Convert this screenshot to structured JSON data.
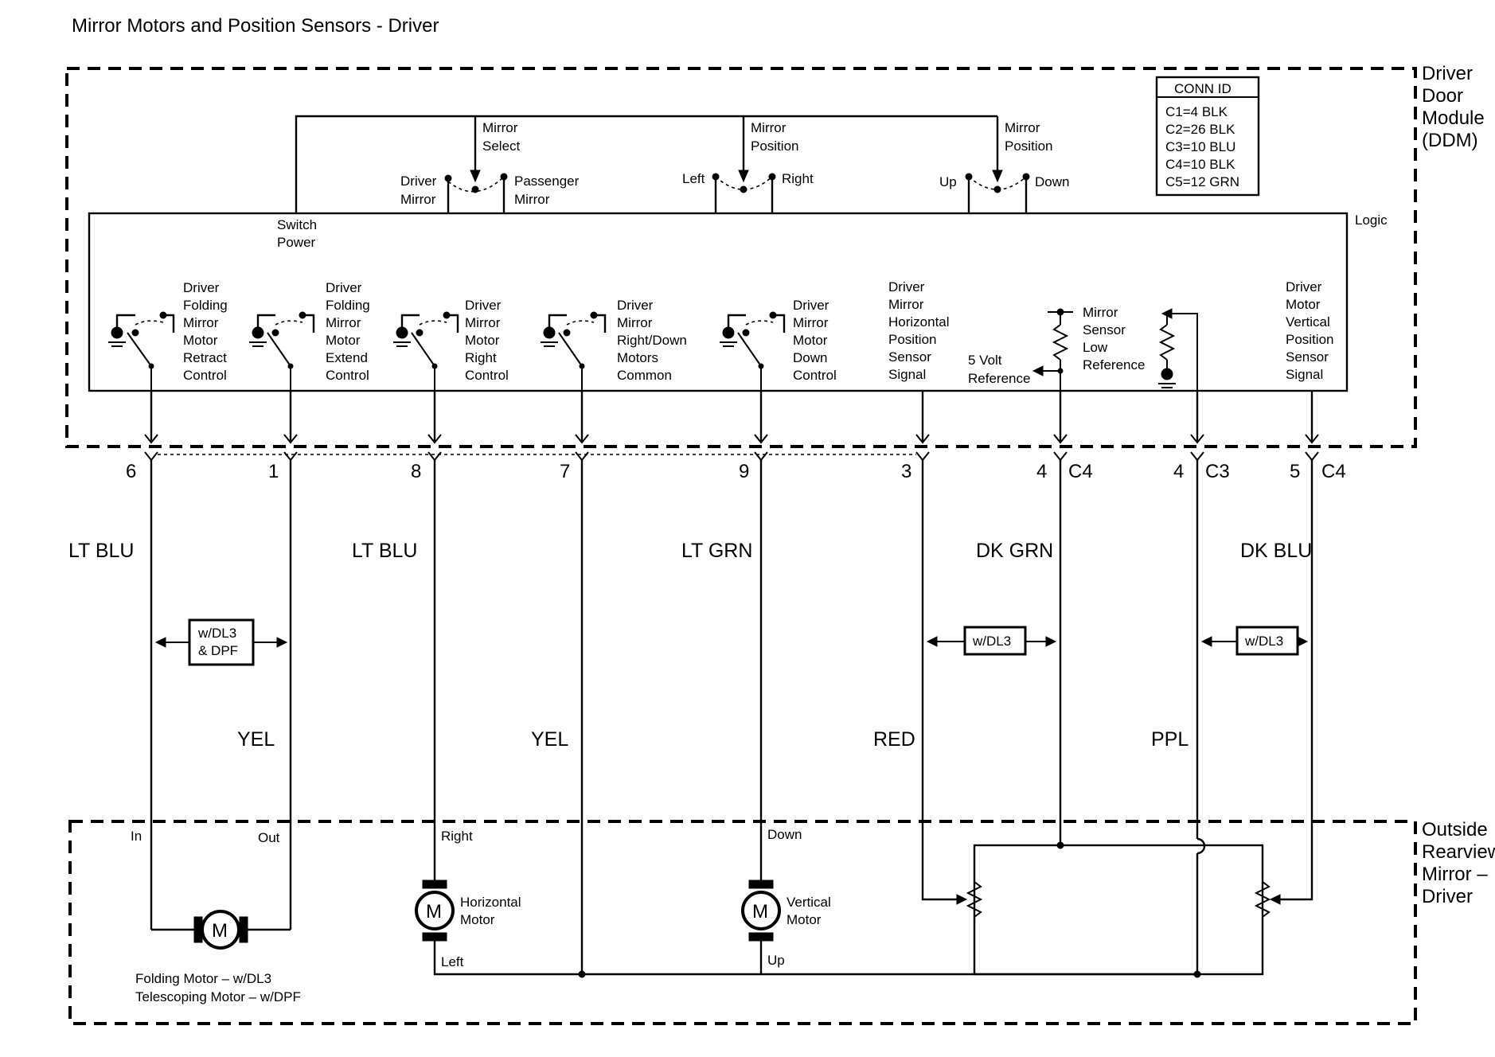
{
  "title": "Mirror Motors and Position Sensors - Driver",
  "modules": {
    "ddm": [
      "Driver",
      "Door",
      "Module",
      "(DDM)"
    ],
    "mirror": [
      "Outside",
      "Rearview",
      "Mirror –",
      "Driver"
    ]
  },
  "conn_id": {
    "header": "CONN ID",
    "rows": [
      "C1=4 BLK",
      "C2=26 BLK",
      "C3=10 BLU",
      "C4=10 BLK",
      "C5=12 GRN"
    ]
  },
  "logic_label": "Logic",
  "switch_power": [
    "Switch",
    "Power"
  ],
  "switches": {
    "mirror_select": {
      "label": [
        "Mirror",
        "Select"
      ],
      "left": [
        "Driver",
        "Mirror"
      ],
      "right": [
        "Passenger",
        "Mirror"
      ]
    },
    "mirror_position_lr": {
      "label": [
        "Mirror",
        "Position"
      ],
      "left": "Left",
      "right": "Right"
    },
    "mirror_position_ud": {
      "label": [
        "Mirror",
        "Position"
      ],
      "left": "Up",
      "right": "Down"
    }
  },
  "circuits": [
    {
      "label": [
        "Driver",
        "Folding",
        "Mirror",
        "Motor",
        "Retract",
        "Control"
      ],
      "pin": "6",
      "wire_top": "LT BLU",
      "wire_bottom": ""
    },
    {
      "label": [
        "Driver",
        "Folding",
        "Mirror",
        "Motor",
        "Extend",
        "Control"
      ],
      "pin": "1",
      "wire_top": "",
      "wire_bottom": "YEL"
    },
    {
      "label": [
        "Driver",
        "Mirror",
        "Motor",
        "Right",
        "Control"
      ],
      "pin": "8",
      "wire_top": "LT BLU",
      "wire_bottom": ""
    },
    {
      "label": [
        "Driver",
        "Mirror",
        "Right/Down",
        "Motors",
        "Common"
      ],
      "pin": "7",
      "wire_top": "",
      "wire_bottom": "YEL"
    },
    {
      "label": [
        "Driver",
        "Mirror",
        "Motor",
        "Down",
        "Control"
      ],
      "pin": "9",
      "wire_top": "LT GRN",
      "wire_bottom": ""
    },
    {
      "label": [
        "Driver",
        "Mirror",
        "Horizontal",
        "Position",
        "Sensor",
        "Signal"
      ],
      "pin": "3",
      "wire_top": "",
      "wire_bottom": "RED"
    },
    {
      "label": [
        "5 Volt",
        "Reference"
      ],
      "pin": "4",
      "conn": "C4",
      "wire_top": "DK GRN",
      "wire_bottom": ""
    },
    {
      "label": [
        "Mirror",
        "Sensor",
        "Low",
        "Reference"
      ],
      "pin": "4",
      "conn": "C3",
      "wire_top": "",
      "wire_bottom": "PPL"
    },
    {
      "label": [
        "Driver",
        "Motor",
        "Vertical",
        "Position",
        "Sensor",
        "Signal"
      ],
      "pin": "5",
      "conn": "C4",
      "wire_top": "DK BLU",
      "wire_bottom": ""
    }
  ],
  "options": {
    "folding": [
      "w/DL3",
      "& DPF"
    ],
    "dkgrn": "w/DL3",
    "dkblu": "w/DL3"
  },
  "mirror_parts": {
    "folding_in": "In",
    "folding_out": "Out",
    "folding_caption": [
      "Folding Motor – w/DL3",
      "Telescoping Motor – w/DPF"
    ],
    "horizontal_right": "Right",
    "horizontal_left": "Left",
    "horizontal_label": [
      "Horizontal",
      "Motor"
    ],
    "vertical_down": "Down",
    "vertical_up": "Up",
    "vertical_label": [
      "Vertical",
      "Motor"
    ],
    "motor_symbol": "M"
  }
}
